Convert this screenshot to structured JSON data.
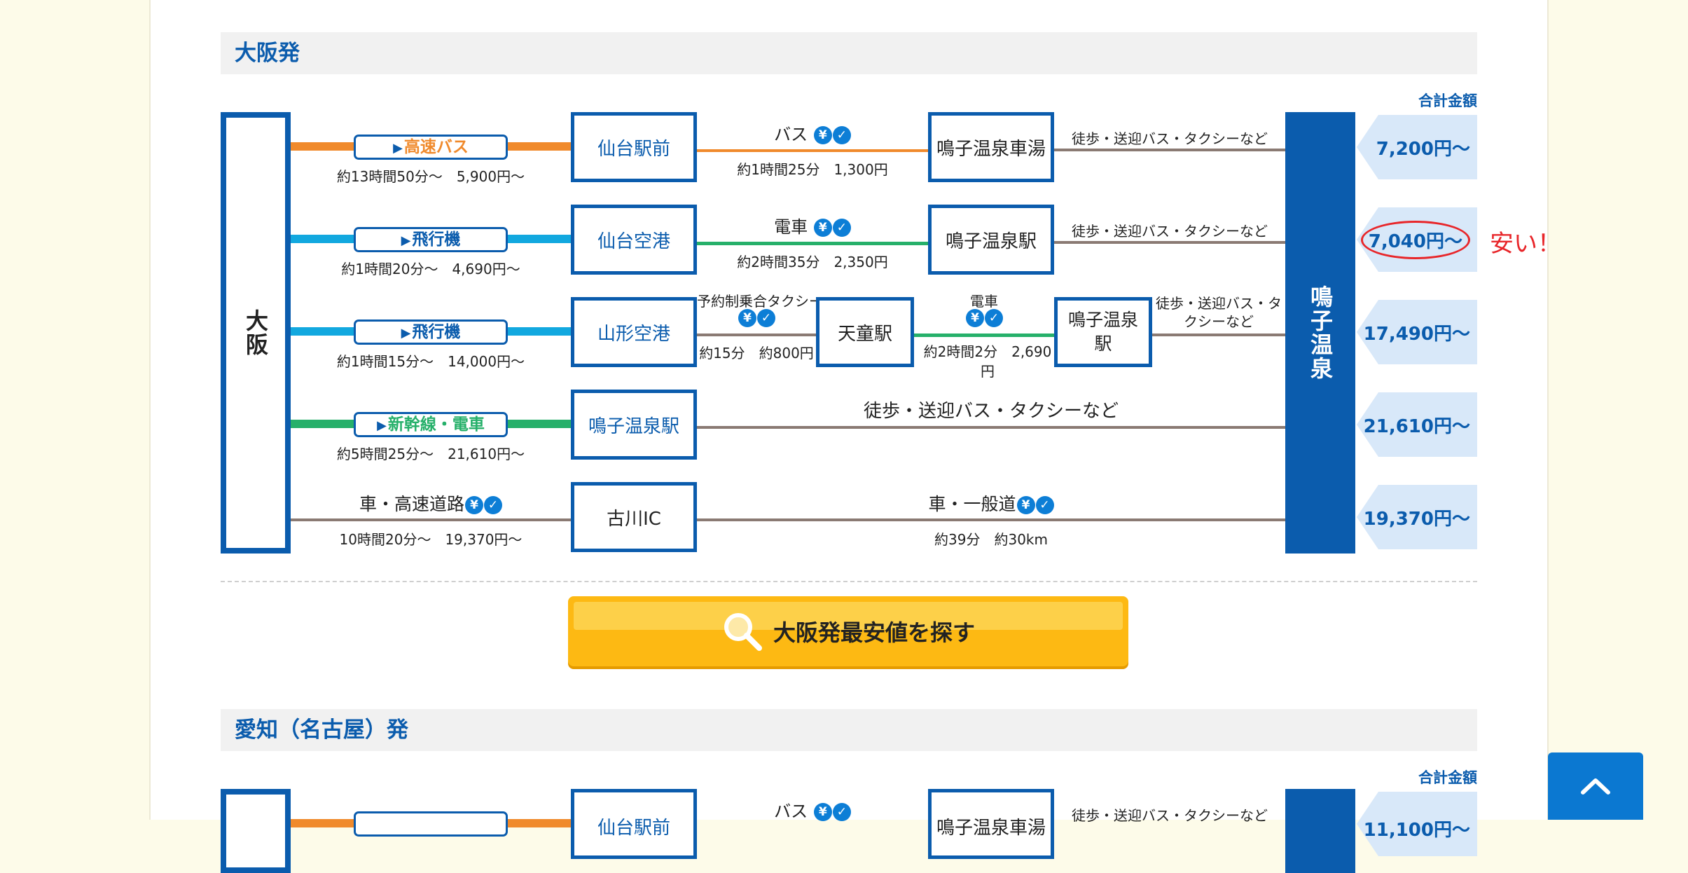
{
  "osaka": {
    "heading": "大阪発",
    "total_label": "合計金額",
    "origin": "大阪",
    "destination": "鳴子温泉",
    "routes": [
      {
        "mode": "高速バス",
        "mode_sub": "約13時間50分～　5,900円～",
        "station1": "仙台駅前",
        "transfer_label": "バス",
        "transfer_sub": "約1時間25分　1,300円",
        "station2": "鳴子温泉車湯",
        "final_label": "徒歩・送迎バス・タクシーなど",
        "price": "7,200円～"
      },
      {
        "mode": "飛行機",
        "mode_sub": "約1時間20分～　4,690円～",
        "station1": "仙台空港",
        "transfer_label": "電車",
        "transfer_sub": "約2時間35分　2,350円",
        "station2": "鳴子温泉駅",
        "final_label": "徒歩・送迎バス・タクシーなど",
        "price": "7,040円～",
        "note": "安い！"
      },
      {
        "mode": "飛行機",
        "mode_sub": "約1時間15分～　14,000円～",
        "station1": "山形空港",
        "transfer_label": "予約制乗合タクシー",
        "transfer_sub": "約15分　約800円",
        "station_mid": "天童駅",
        "transfer2_label": "電車",
        "transfer2_sub": "約2時間2分　2,690円",
        "station2": "鳴子温泉駅",
        "final_label": "徒歩・送迎バス・タクシーなど",
        "price": "17,490円～"
      },
      {
        "mode": "新幹線・電車",
        "mode_sub": "約5時間25分～　21,610円～",
        "station1": "鳴子温泉駅",
        "final_label": "徒歩・送迎バス・タクシーなど",
        "price": "21,610円～"
      },
      {
        "mode": "車・高速道路",
        "mode_sub": "10時間20分～　19,370円～",
        "station1": "古川IC",
        "transfer_label": "車・一般道",
        "transfer_sub": "約39分　約30km",
        "price": "19,370円～"
      }
    ],
    "search_button": "大阪発最安値を探す"
  },
  "aichi": {
    "heading": "愛知（名古屋）発",
    "total_label": "合計金額",
    "station1": "仙台駅前",
    "transfer_label": "バス",
    "station2": "鳴子温泉車湯",
    "final_label": "徒歩・送迎バス・タクシーなど",
    "price": "11,100円～"
  },
  "icons": [
    "yen-icon",
    "check-icon",
    "magnifier-icon",
    "chevron-up-icon"
  ],
  "colors": {
    "brand_blue": "#0b5cad",
    "bus_orange": "#f08a2c",
    "plane_cyan": "#12a8df",
    "train_green": "#26b06a",
    "road_brown": "#8a7a73",
    "price_bg": "#d8e8f9",
    "button_yellow": "#fdb913",
    "note_red": "#e8262a"
  }
}
